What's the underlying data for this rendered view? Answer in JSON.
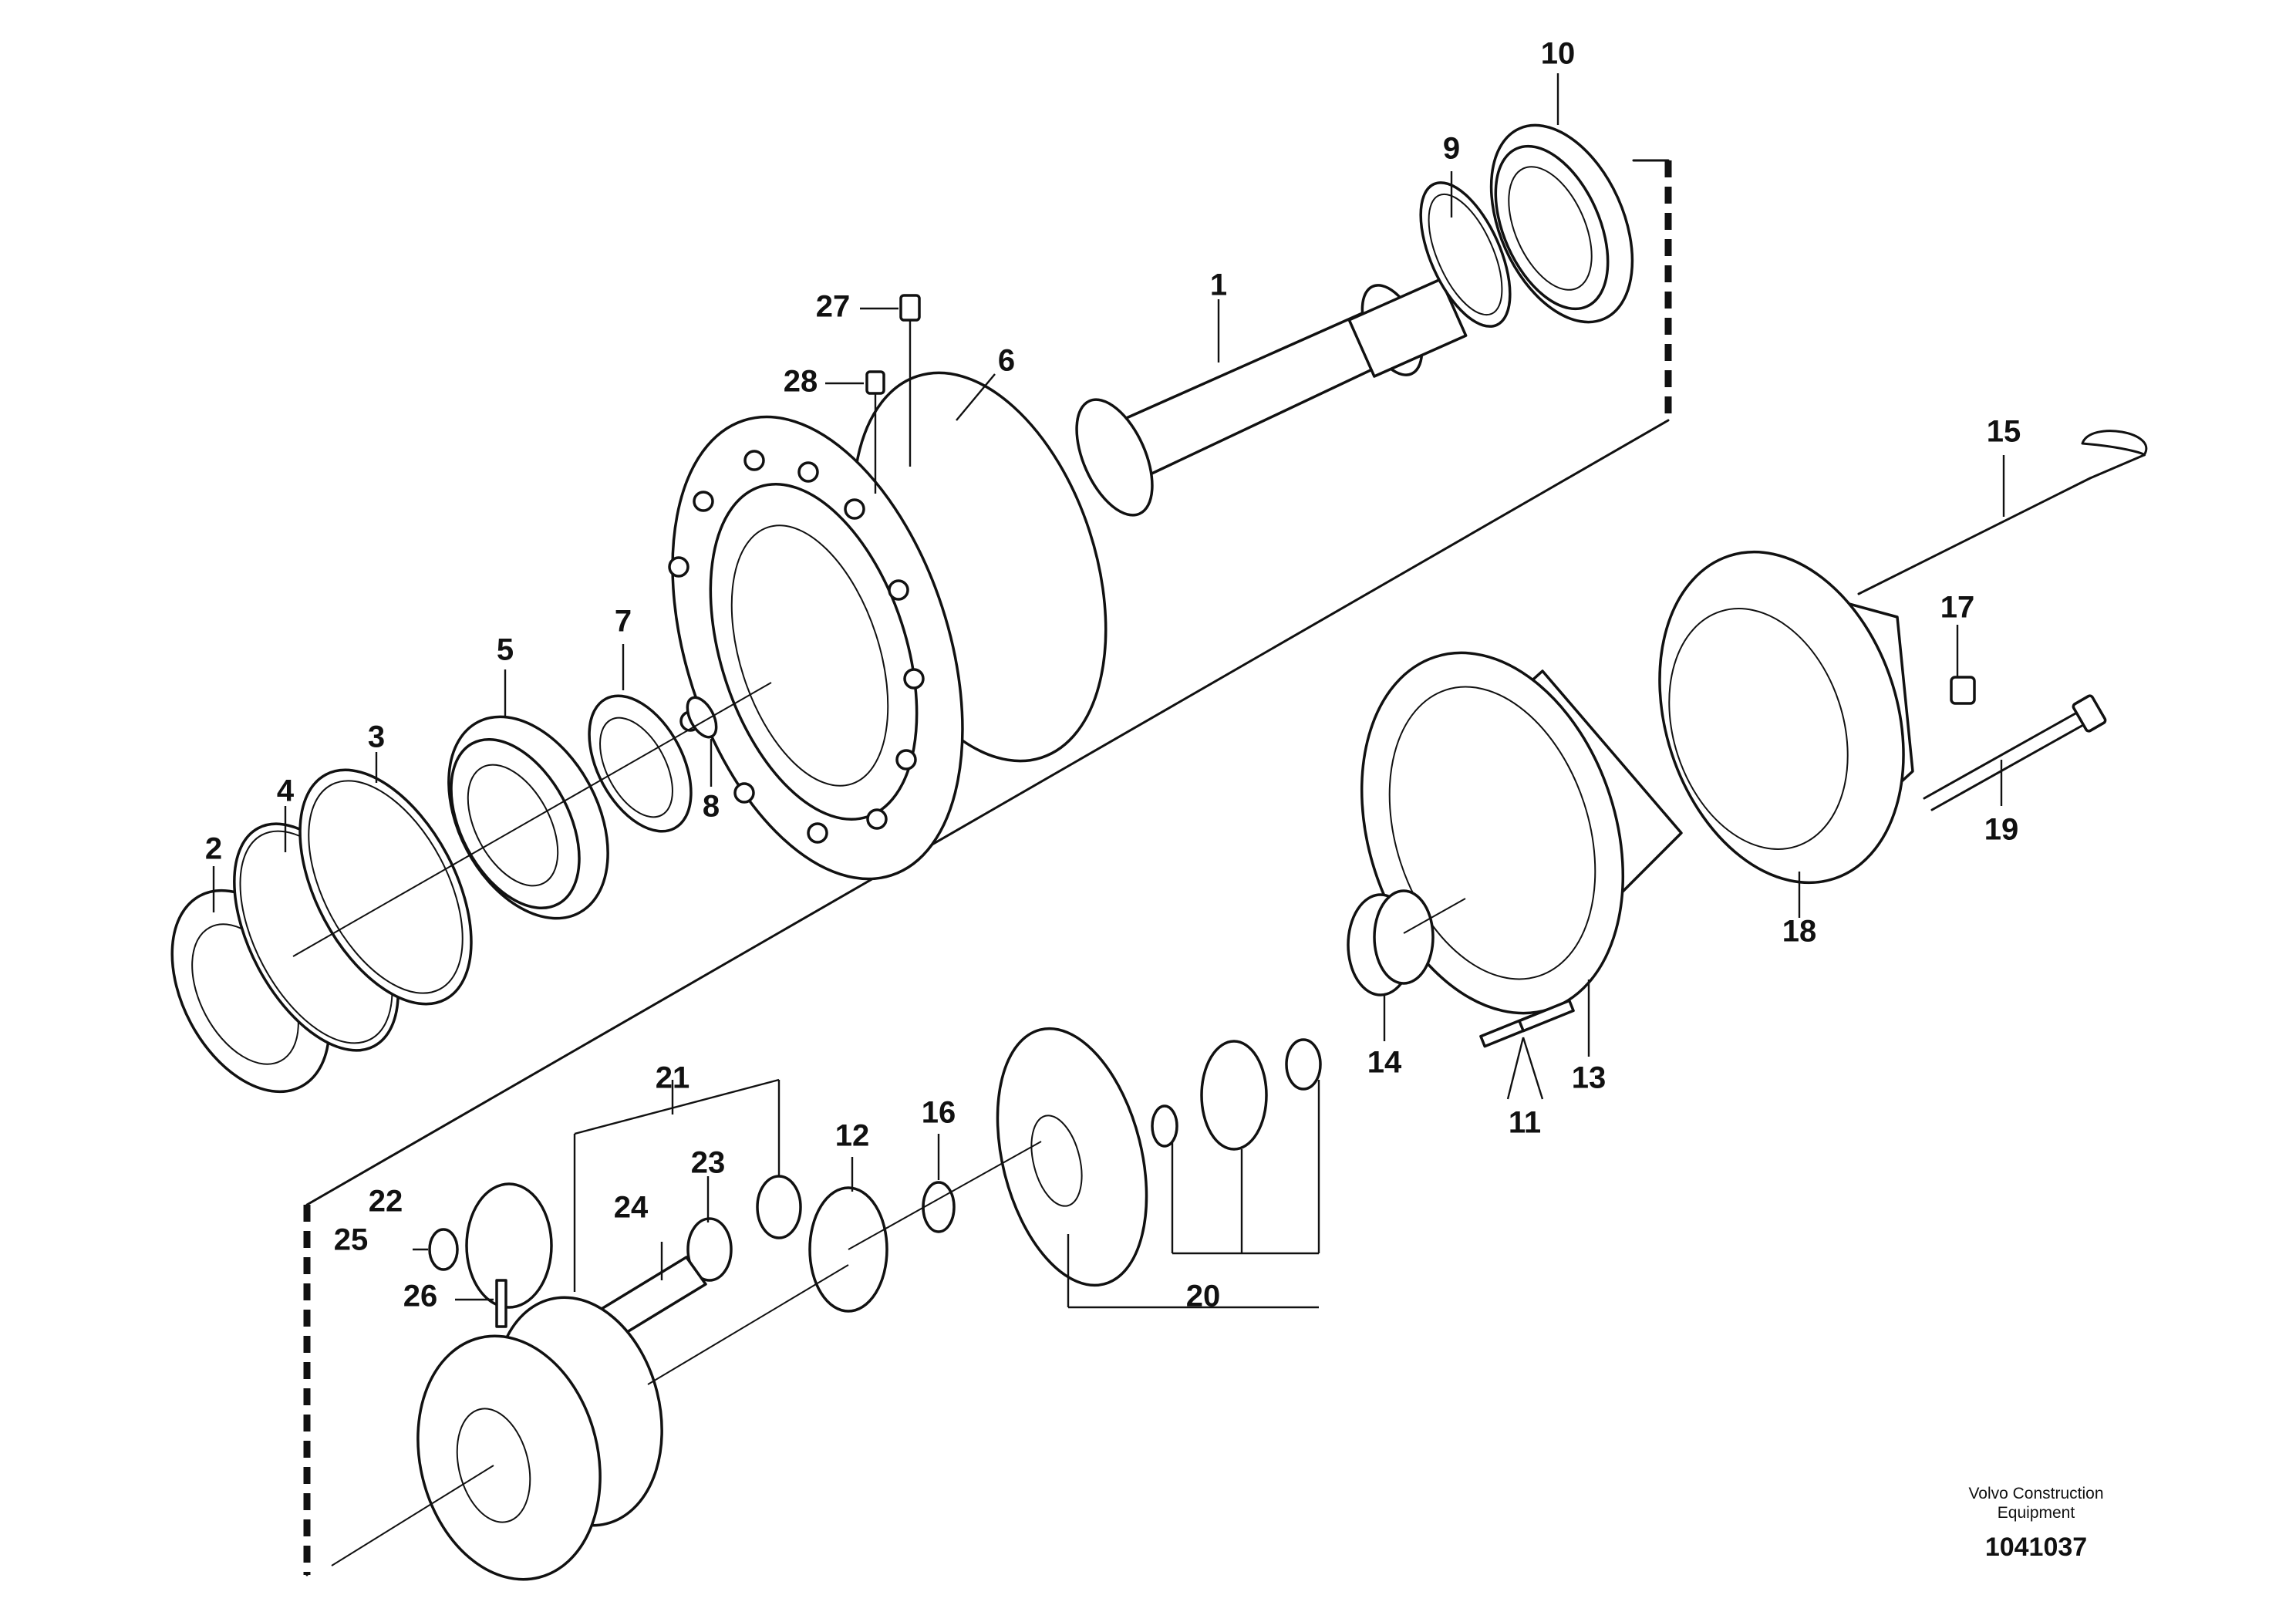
{
  "diagram": {
    "callouts": [
      "1",
      "2",
      "3",
      "4",
      "5",
      "6",
      "7",
      "8",
      "9",
      "10",
      "11",
      "12",
      "13",
      "14",
      "15",
      "16",
      "17",
      "18",
      "19",
      "20",
      "21",
      "22",
      "23",
      "24",
      "25",
      "26",
      "27",
      "28"
    ]
  },
  "caption": {
    "line1": "Volvo Construction",
    "line2": "Equipment",
    "figure_number": "1041037"
  }
}
